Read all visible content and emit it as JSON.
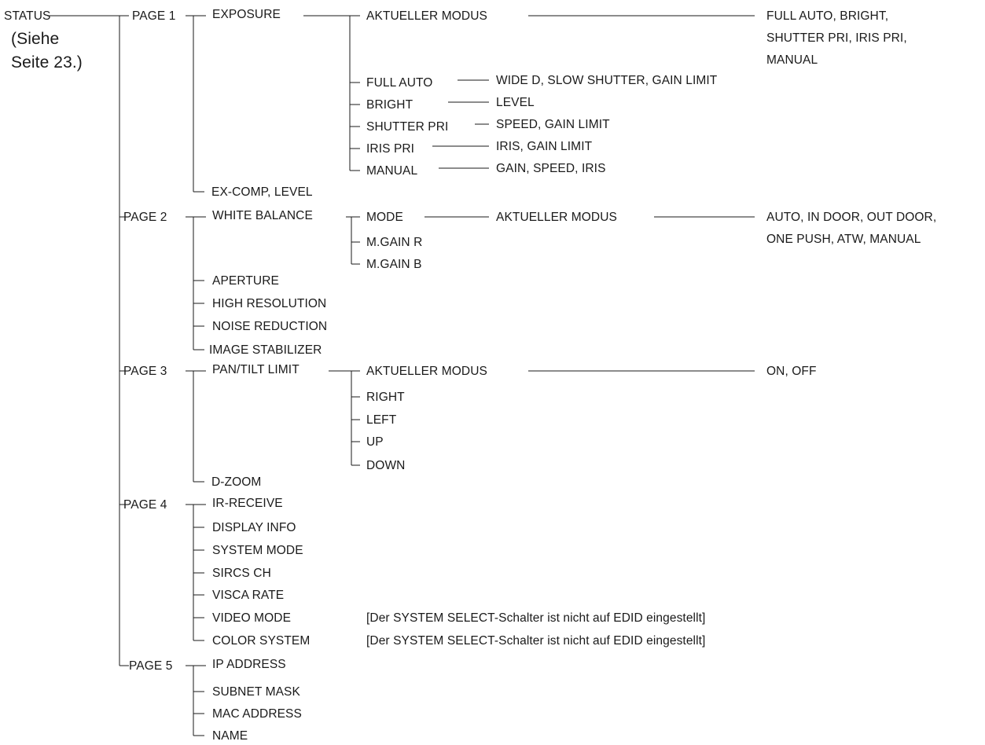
{
  "root": {
    "label": "STATUS",
    "note_line1": "(Siehe",
    "note_line2": "Seite 23.)"
  },
  "pages": {
    "p1": {
      "label": "PAGE 1",
      "exposure": "EXPOSURE",
      "current_mode": "AKTUELLER MODUS",
      "modes_line1": "FULL AUTO, BRIGHT,",
      "modes_line2": "SHUTTER PRI, IRIS PRI,",
      "modes_line3": "MANUAL",
      "full_auto": "FULL AUTO",
      "full_auto_params": "WIDE D, SLOW SHUTTER, GAIN LIMIT",
      "bright": "BRIGHT",
      "bright_params": "LEVEL",
      "shutter_pri": "SHUTTER PRI",
      "shutter_pri_params": "SPEED, GAIN LIMIT",
      "iris_pri": "IRIS PRI",
      "iris_pri_params": "IRIS, GAIN LIMIT",
      "manual": "MANUAL",
      "manual_params": "GAIN, SPEED, IRIS",
      "ex_comp": "EX-COMP, LEVEL"
    },
    "p2": {
      "label": "PAGE 2",
      "white_balance": "WHITE BALANCE",
      "mode": "MODE",
      "current_mode": "AKTUELLER MODUS",
      "wb_modes_line1": "AUTO, IN DOOR, OUT DOOR,",
      "wb_modes_line2": "ONE PUSH, ATW, MANUAL",
      "mgain_r": "M.GAIN R",
      "mgain_b": "M.GAIN B",
      "aperture": "APERTURE",
      "high_resolution": "HIGH RESOLUTION",
      "noise_reduction": "NOISE REDUCTION",
      "image_stabilizer": "IMAGE STABILIZER"
    },
    "p3": {
      "label": "PAGE 3",
      "pan_tilt_limit": "PAN/TILT LIMIT",
      "current_mode": "AKTUELLER MODUS",
      "on_off": "ON, OFF",
      "right": "RIGHT",
      "left": "LEFT",
      "up": "UP",
      "down": "DOWN",
      "d_zoom": "D-ZOOM"
    },
    "p4": {
      "label": "PAGE 4",
      "ir_receive": "IR-RECEIVE",
      "display_info": "DISPLAY INFO",
      "system_mode": "SYSTEM MODE",
      "sircs_ch": "SIRCS CH",
      "visca_rate": "VISCA RATE",
      "video_mode": "VIDEO MODE",
      "video_mode_note": "[Der SYSTEM SELECT-Schalter ist nicht auf EDID eingestellt]",
      "color_system": "COLOR SYSTEM",
      "color_system_note": "[Der SYSTEM SELECT-Schalter ist nicht auf EDID eingestellt]"
    },
    "p5": {
      "label": "PAGE 5",
      "ip_address": "IP ADDRESS",
      "subnet_mask": "SUBNET MASK",
      "mac_address": "MAC ADDRESS",
      "name": "NAME"
    }
  }
}
